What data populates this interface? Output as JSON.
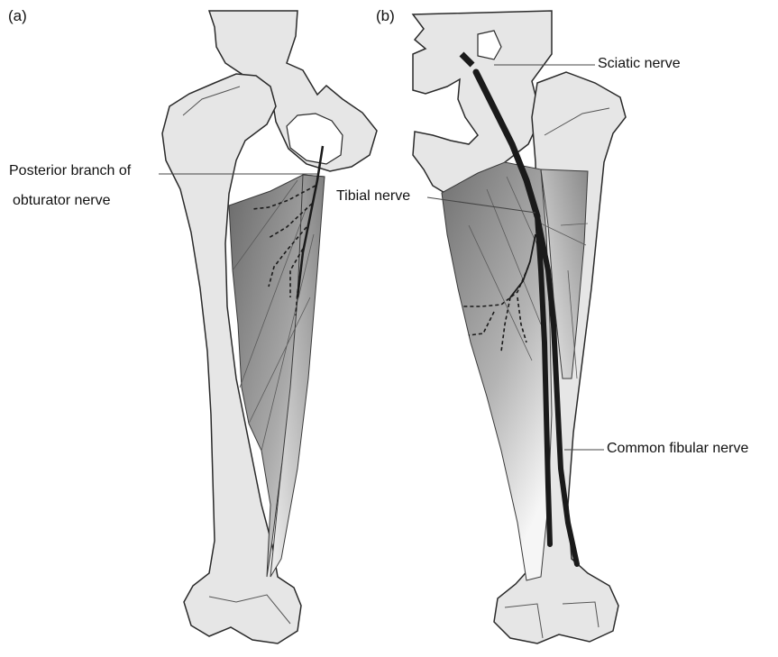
{
  "panels": [
    {
      "tag": "(a)"
    },
    {
      "tag": "(b)"
    }
  ],
  "labels": {
    "posterior_branch_line1": "Posterior branch of",
    "posterior_branch_line2": "obturator nerve",
    "sciatic": "Sciatic nerve",
    "tibial": "Tibial nerve",
    "common_fibular": "Common fibular nerve"
  },
  "colors": {
    "bone": "#e6e6e6",
    "outline": "#2a2a2a",
    "nerve": "#1a1a1a",
    "muscle_dark": "#6e6e6e",
    "muscle_light": "#f2f2f2"
  }
}
